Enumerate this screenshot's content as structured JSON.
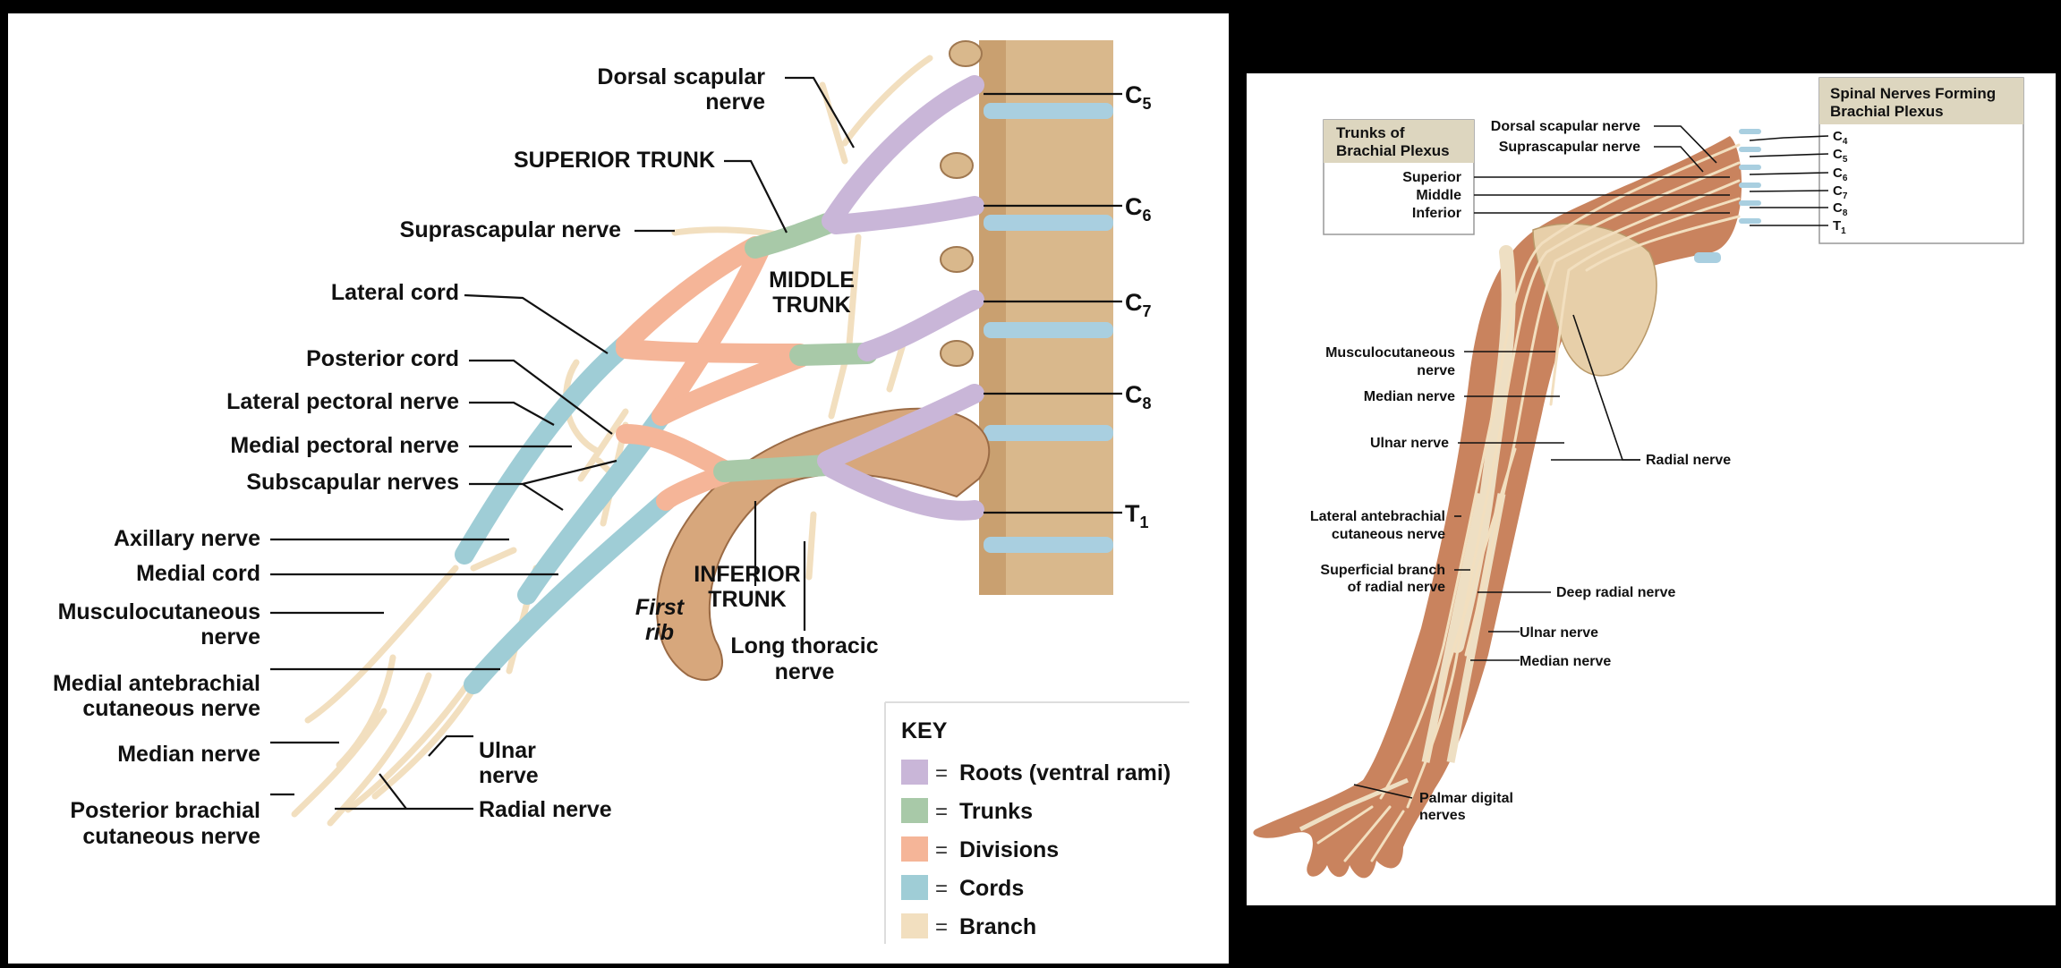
{
  "colors": {
    "roots": "#c9b6d8",
    "trunks": "#a8c9a8",
    "divisions": "#f5b598",
    "cords": "#9fcdd6",
    "branch": "#f2dfbf",
    "vertebra": "#d9b88c",
    "disc": "#a9cfe0",
    "rib": "#d7a77c",
    "skin": "#c9835e"
  },
  "left": {
    "labels": {
      "dorsal_scapular_1": "Dorsal scapular",
      "dorsal_scapular_2": "nerve",
      "superior_trunk": "SUPERIOR TRUNK",
      "suprascapular": "Suprascapular nerve",
      "lateral_cord": "Lateral cord",
      "middle_trunk_1": "MIDDLE",
      "middle_trunk_2": "TRUNK",
      "posterior_cord": "Posterior cord",
      "lateral_pectoral": "Lateral pectoral nerve",
      "medial_pectoral": "Medial pectoral nerve",
      "subscapular": "Subscapular nerves",
      "axillary": "Axillary nerve",
      "medial_cord": "Medial cord",
      "musculocutaneous_1": "Musculocutaneous",
      "musculocutaneous_2": "nerve",
      "medial_antebrachial_1": "Medial antebrachial",
      "medial_antebrachial_2": "cutaneous nerve",
      "median": "Median nerve",
      "ulnar_1": "Ulnar",
      "ulnar_2": "nerve",
      "posterior_brachial_1": "Posterior brachial",
      "posterior_brachial_2": "cutaneous nerve",
      "radial": "Radial nerve",
      "inferior_trunk_1": "INFERIOR",
      "inferior_trunk_2": "TRUNK",
      "first_rib_1": "First",
      "first_rib_2": "rib",
      "long_thoracic_1": "Long thoracic",
      "long_thoracic_2": "nerve"
    },
    "roots": [
      {
        "letter": "C",
        "sub": "5"
      },
      {
        "letter": "C",
        "sub": "6"
      },
      {
        "letter": "C",
        "sub": "7"
      },
      {
        "letter": "C",
        "sub": "8"
      },
      {
        "letter": "T",
        "sub": "1"
      }
    ],
    "key": {
      "title": "KEY",
      "eq": "=",
      "items": [
        {
          "label": "Roots (ventral rami)",
          "color": "#c9b6d8"
        },
        {
          "label": "Trunks",
          "color": "#a8c9a8"
        },
        {
          "label": "Divisions",
          "color": "#f5b598"
        },
        {
          "label": "Cords",
          "color": "#9fcdd6"
        },
        {
          "label": "Branch",
          "color": "#f2dfbf"
        }
      ]
    }
  },
  "right": {
    "box_trunks_1": "Trunks of",
    "box_trunks_2": "Brachial Plexus",
    "box_spinal_1": "Spinal Nerves Forming",
    "box_spinal_2": "Brachial Plexus",
    "trunks": [
      "Superior",
      "Middle",
      "Inferior"
    ],
    "spinal": [
      {
        "letter": "C",
        "sub": "4"
      },
      {
        "letter": "C",
        "sub": "5"
      },
      {
        "letter": "C",
        "sub": "6"
      },
      {
        "letter": "C",
        "sub": "7"
      },
      {
        "letter": "C",
        "sub": "8"
      },
      {
        "letter": "T",
        "sub": "1"
      }
    ],
    "labels": {
      "dorsal_scapular": "Dorsal scapular nerve",
      "suprascapular": "Suprascapular nerve",
      "musculocutaneous_1": "Musculocutaneous",
      "musculocutaneous_2": "nerve",
      "median_upper": "Median nerve",
      "ulnar_upper": "Ulnar nerve",
      "radial": "Radial nerve",
      "lateral_antebrachial_1": "Lateral antebrachial",
      "lateral_antebrachial_2": "cutaneous nerve",
      "superficial_radial_1": "Superficial branch",
      "superficial_radial_2": "of radial nerve",
      "deep_radial": "Deep radial nerve",
      "ulnar_lower": "Ulnar nerve",
      "median_lower": "Median nerve",
      "palmar_1": "Palmar digital",
      "palmar_2": "nerves"
    }
  }
}
